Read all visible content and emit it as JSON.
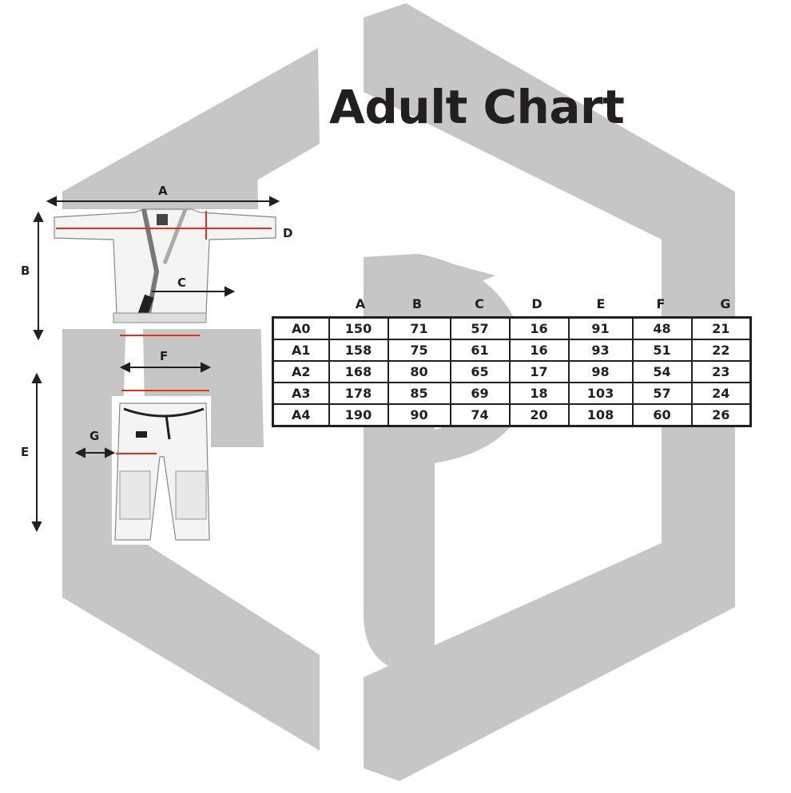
{
  "title": "Adult Chart",
  "diagram": {
    "jacket_labels": {
      "a": "A",
      "b": "B",
      "c": "C",
      "d": "D"
    },
    "pants_labels": {
      "e": "E",
      "f": "F",
      "g": "G"
    }
  },
  "size_table": {
    "columns": [
      "A",
      "B",
      "C",
      "D",
      "E",
      "F",
      "G"
    ],
    "rows": [
      {
        "size": "A0",
        "values": [
          "150",
          "71",
          "57",
          "16",
          "91",
          "48",
          "21"
        ]
      },
      {
        "size": "A1",
        "values": [
          "158",
          "75",
          "61",
          "16",
          "93",
          "51",
          "22"
        ]
      },
      {
        "size": "A2",
        "values": [
          "168",
          "80",
          "65",
          "17",
          "98",
          "54",
          "23"
        ]
      },
      {
        "size": "A3",
        "values": [
          "178",
          "85",
          "69",
          "18",
          "103",
          "57",
          "24"
        ]
      },
      {
        "size": "A4",
        "values": [
          "190",
          "90",
          "74",
          "20",
          "108",
          "60",
          "26"
        ]
      }
    ]
  },
  "colors": {
    "logo": "#c6c6c6",
    "ink": "#231f20",
    "measure_red": "#e0301e"
  }
}
